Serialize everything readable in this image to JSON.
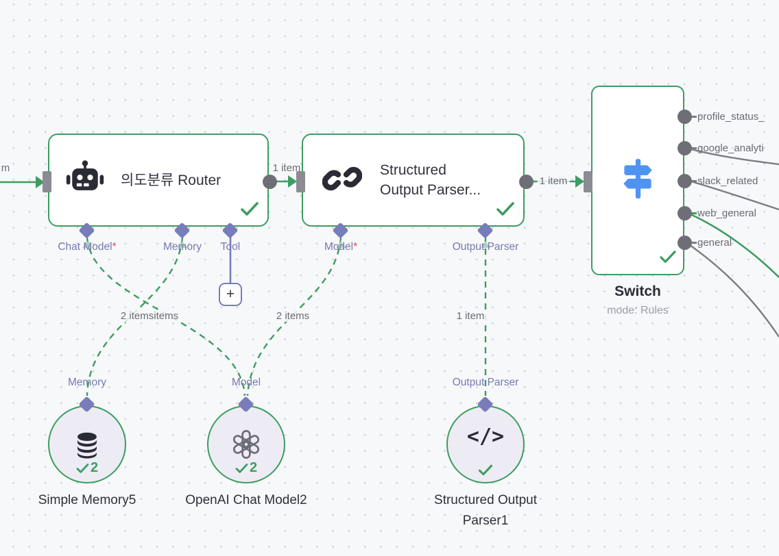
{
  "colors": {
    "node_border_green": "#3d9c60",
    "edge_green": "#3d9c60",
    "edge_gray": "#7c7c84",
    "port_purple": "#797cba",
    "icon_dark": "#2b2b35",
    "icon_gray": "#6b6b74",
    "switch_icon_blue": "#4f94f3",
    "required_red": "#e0483e",
    "canvas_bg": "#f7f8fa"
  },
  "nodes": {
    "router": {
      "title": "의도분류 Router",
      "icon": "robot-icon",
      "ports": [
        {
          "label": "Chat Model",
          "required_mark": "*"
        },
        {
          "label": "Memory"
        },
        {
          "label": "Tool"
        }
      ]
    },
    "parser": {
      "title_line1": "Structured",
      "title_line2": "Output Parser...",
      "icon": "chain-link-icon",
      "ports": [
        {
          "label": "Model",
          "required_mark": "*"
        },
        {
          "label": "Output Parser"
        }
      ]
    },
    "switch": {
      "title": "Switch",
      "subtitle": "mode: Rules",
      "icon": "signpost-icon",
      "outputs": [
        "profile_status_",
        "google_analyti",
        "slack_related",
        "web_general",
        "general"
      ]
    },
    "simple_memory": {
      "title": "Simple Memory5",
      "port_label": "Memory",
      "icon": "database-icon",
      "check_count": "2"
    },
    "openai": {
      "title": "OpenAI Chat Model2",
      "port_label": "Model",
      "icon": "openai-icon",
      "check_count": "2"
    },
    "output_parser1": {
      "title": "Structured Output Parser1",
      "port_label": "Output Parser",
      "icon": "code-icon"
    }
  },
  "edge_labels": {
    "left_clipped": "m",
    "router_to_parser": "1 item",
    "parser_to_switch": "1 item",
    "memory_overlap": "2 itemsitems",
    "model_edges": "2 items",
    "output_parser_edge": "1 item",
    "plus_button": "+"
  }
}
